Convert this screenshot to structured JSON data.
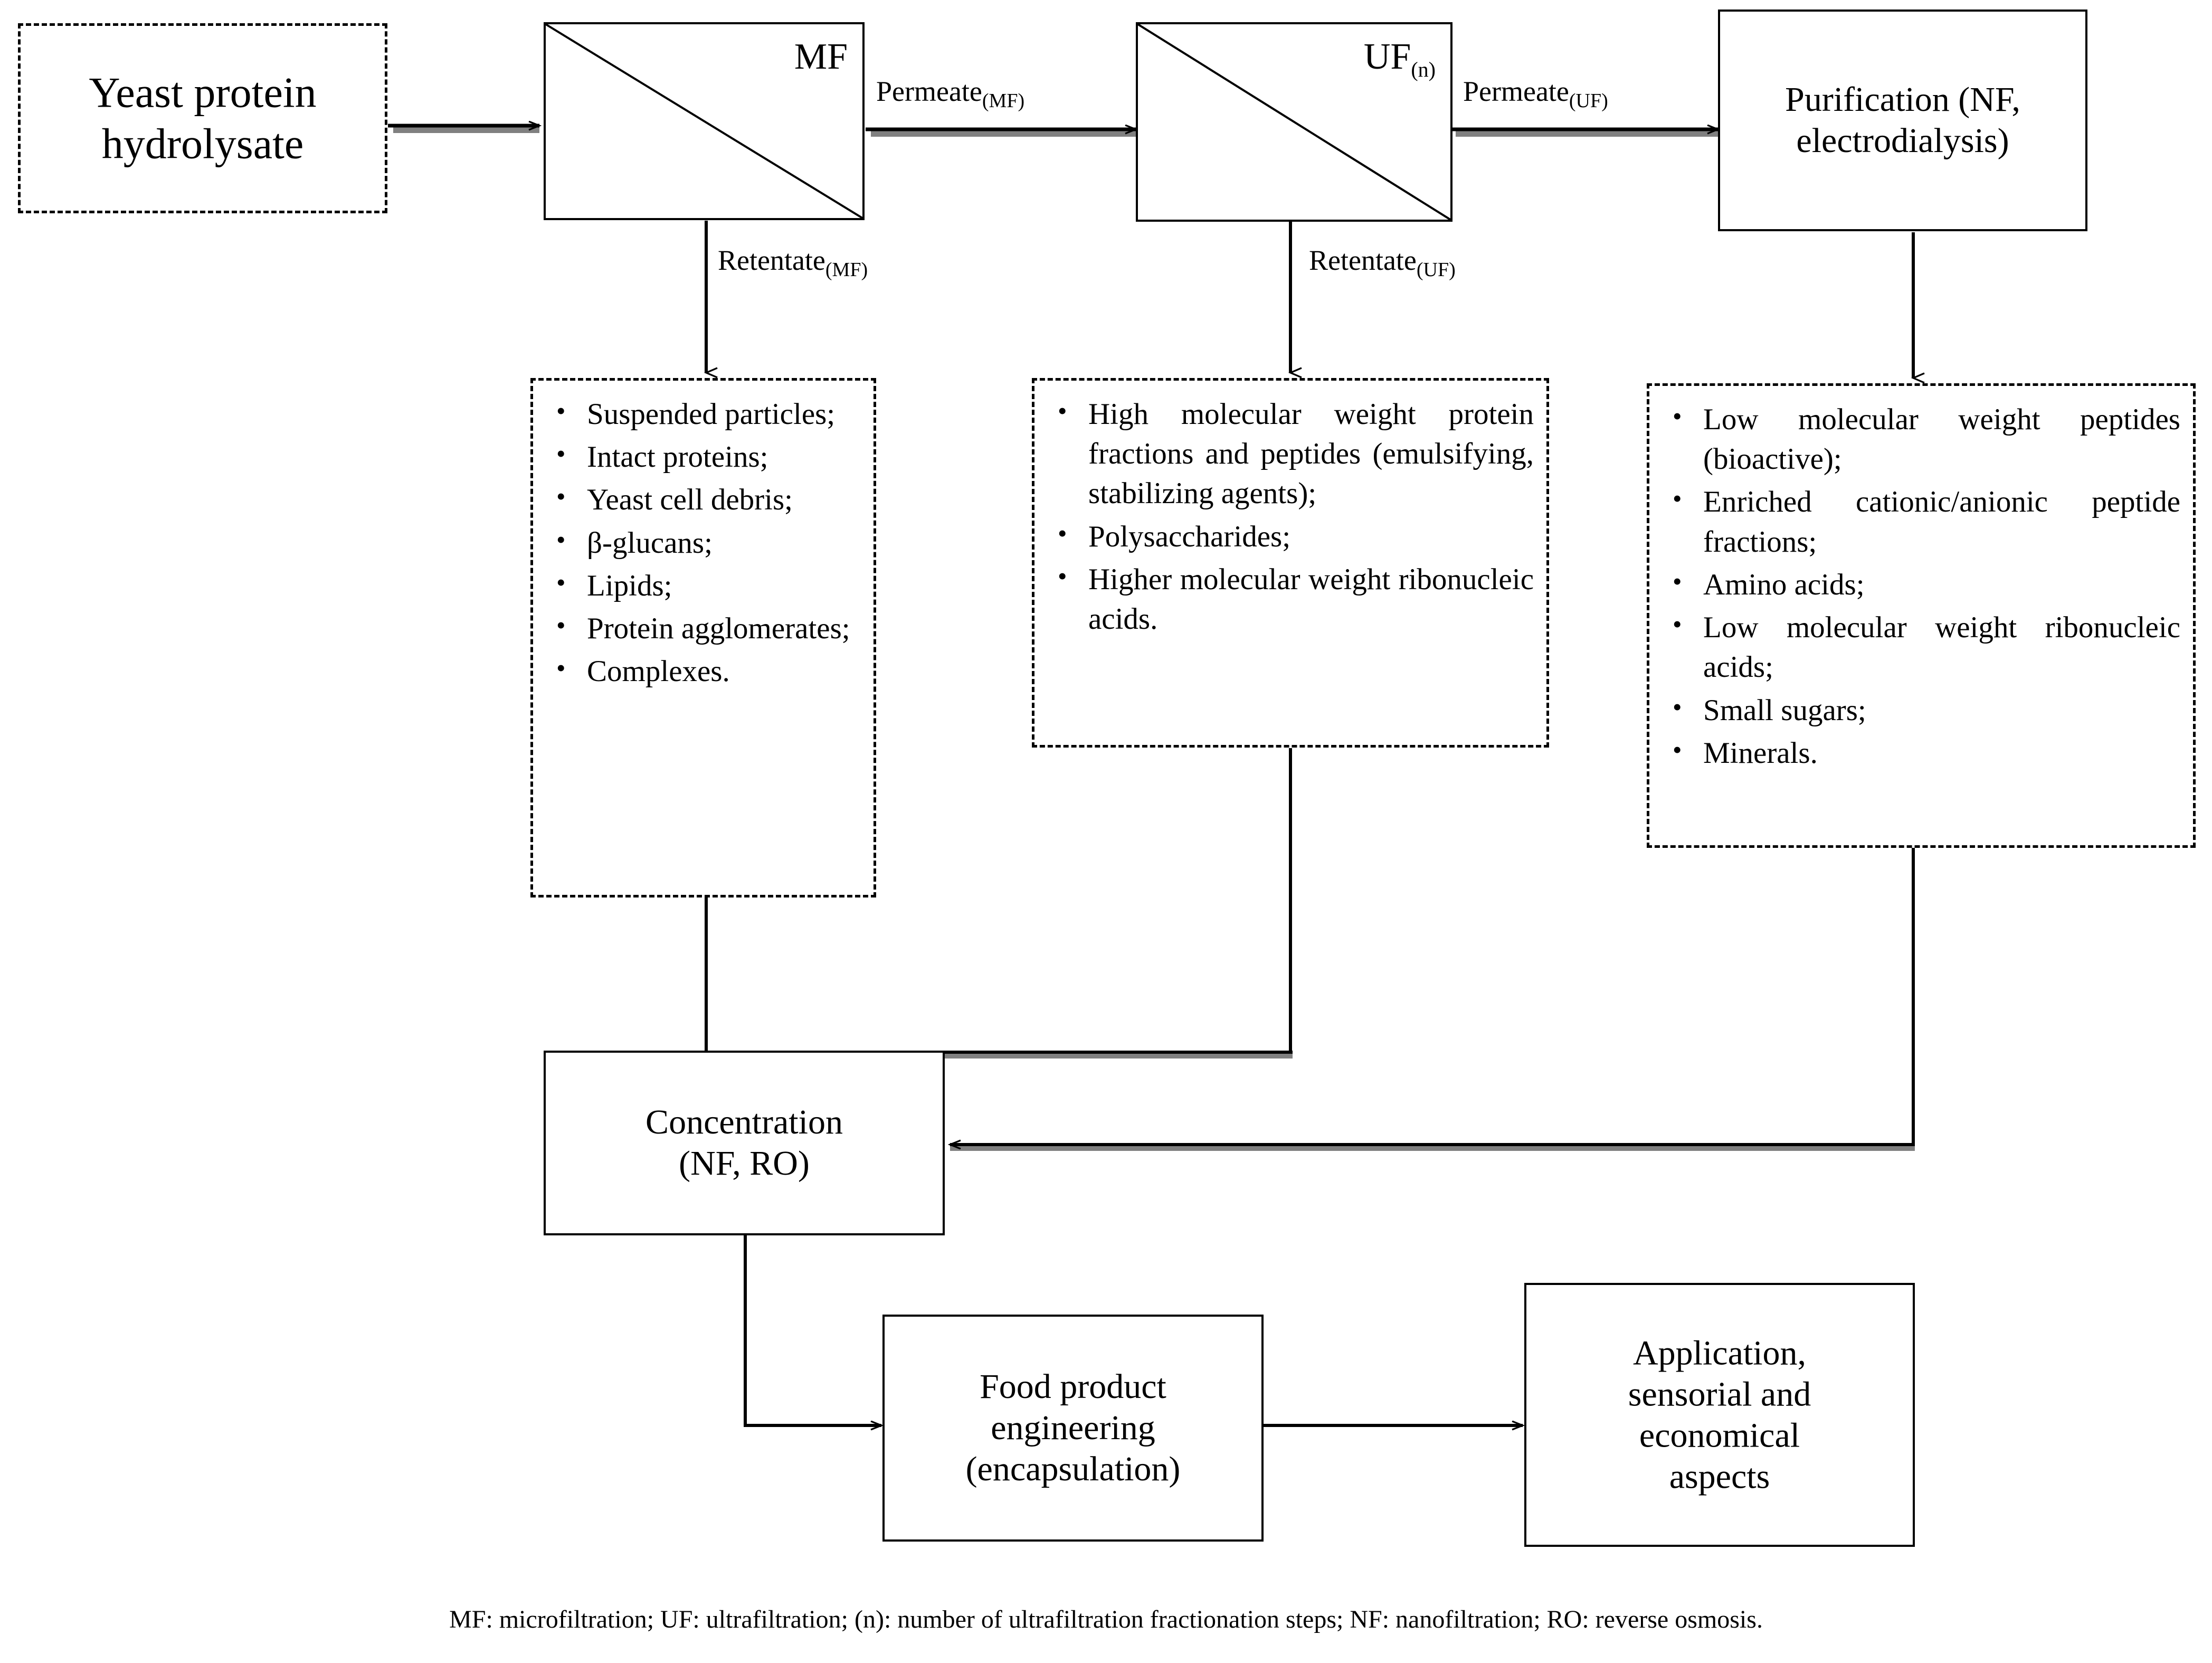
{
  "diagram": {
    "title_alt": "Yeast protein hydrolysate membrane fractionation process flow",
    "colors": {
      "line": "#000000",
      "arrow_shadow": "#808080",
      "background": "#ffffff"
    },
    "nodes": {
      "feed": {
        "label": "Yeast protein hydrolysate",
        "shape": "dashed-box"
      },
      "mf": {
        "label": "MF",
        "sub": "",
        "shape": "membrane-box"
      },
      "uf": {
        "label": "UF",
        "sub": "(n)",
        "shape": "membrane-box"
      },
      "purification": {
        "line1": "Purification (NF,",
        "line2": "electrodialysis)",
        "shape": "solid-box"
      },
      "concentration": {
        "line1": "Concentration",
        "line2": "(NF, RO)",
        "shape": "solid-box"
      },
      "food_engineering": {
        "line1": "Food product",
        "line2": "engineering",
        "line3": "(encapsulation)",
        "shape": "solid-box"
      },
      "application": {
        "line1": "Application,",
        "line2": "sensorial and",
        "line3": "economical",
        "line4": "aspects",
        "shape": "solid-box"
      }
    },
    "streams": {
      "permeate_mf": {
        "text": "Permeate",
        "sub": "(MF)"
      },
      "permeate_uf": {
        "text": "Permeate",
        "sub": "(UF)"
      },
      "retentate_mf": {
        "text": "Retentate",
        "sub": "(MF)"
      },
      "retentate_uf": {
        "text": "Retentate",
        "sub": "(UF)"
      }
    },
    "lists": {
      "mf_retentate": {
        "items": [
          "Suspended particles;",
          "Intact proteins;",
          "Yeast cell debris;",
          "β-glucans;",
          "Lipids;",
          "Protein agglomerates;",
          "Complexes."
        ]
      },
      "uf_retentate": {
        "items": [
          "High molecular weight protein fractions and peptides (emulsifying, stabilizing agents);",
          "Polysaccharides;",
          "Higher molecular weight ribonucleic acids."
        ]
      },
      "purification_output": {
        "items": [
          "Low molecular weight peptides (bioactive);",
          "Enriched cationic/anionic peptide fractions;",
          "Amino acids;",
          "Low molecular weight ribonucleic acids;",
          "Small sugars;",
          "Minerals."
        ]
      }
    },
    "caption": "MF: microfiltration; UF: ultrafiltration; (n): number of ultrafiltration fractionation steps; NF: nanofiltration; RO: reverse osmosis."
  }
}
